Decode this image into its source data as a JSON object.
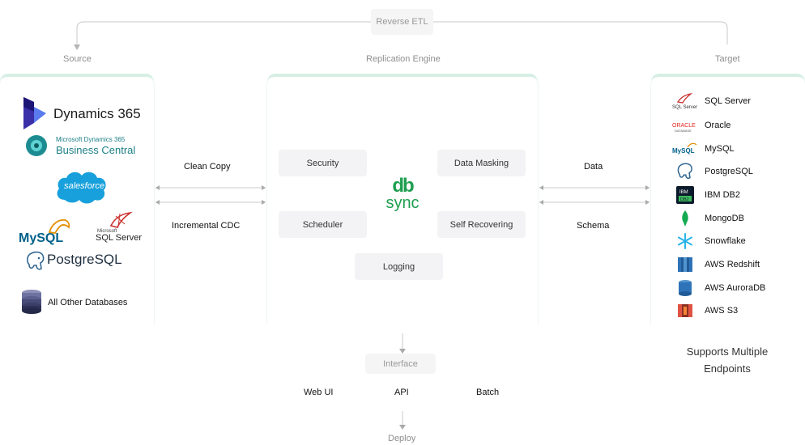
{
  "top": {
    "reverse_etl": "Reverse ETL"
  },
  "headers": {
    "source": "Source",
    "engine": "Replication Engine",
    "target": "Target"
  },
  "source": {
    "dynamics": "Dynamics 365",
    "bc_small": "Microsoft Dynamics 365",
    "bc_big": "Business Central",
    "salesforce": "salesforce",
    "mysql": "MySQL",
    "sqlserver_small": "Microsoft",
    "sqlserver": "SQL Server",
    "postgres": "PostgreSQL",
    "other": "All Other Databases"
  },
  "links_left": {
    "clean_copy": "Clean Copy",
    "incremental": "Incremental CDC"
  },
  "links_right": {
    "data": "Data",
    "schema": "Schema"
  },
  "engine": {
    "security": "Security",
    "data_masking": "Data Masking",
    "scheduler": "Scheduler",
    "self_recovering": "Self Recovering",
    "logging": "Logging",
    "logo_mark": "db",
    "logo_word": "sync"
  },
  "targets": [
    {
      "name": "SQL Server",
      "icon": "sqlserver-icon",
      "badge": "SQL Server"
    },
    {
      "name": "Oracle",
      "icon": "oracle-icon",
      "badge": "ORACLE"
    },
    {
      "name": "MySQL",
      "icon": "mysql-icon",
      "badge": "MySQL"
    },
    {
      "name": "PostgreSQL",
      "icon": "postgresql-icon",
      "badge": ""
    },
    {
      "name": "IBM DB2",
      "icon": "ibm-db2-icon",
      "badge": "IBM DB2"
    },
    {
      "name": "MongoDB",
      "icon": "mongodb-icon",
      "badge": ""
    },
    {
      "name": "Snowflake",
      "icon": "snowflake-icon",
      "badge": ""
    },
    {
      "name": "AWS Redshift",
      "icon": "aws-redshift-icon",
      "badge": ""
    },
    {
      "name": "AWS AuroraDB",
      "icon": "aws-auroradb-icon",
      "badge": ""
    },
    {
      "name": "AWS S3",
      "icon": "aws-s3-icon",
      "badge": ""
    }
  ],
  "supports": {
    "line1": "Supports Multiple",
    "line2": "Endpoints"
  },
  "interface": {
    "title": "Interface",
    "web_ui": "Web UI",
    "api": "API",
    "batch": "Batch"
  },
  "deploy": "Deploy",
  "colors": {
    "accent": "#1e9e4f",
    "panel_border": "#d7efe5",
    "pill_bg": "#f3f3f5"
  }
}
